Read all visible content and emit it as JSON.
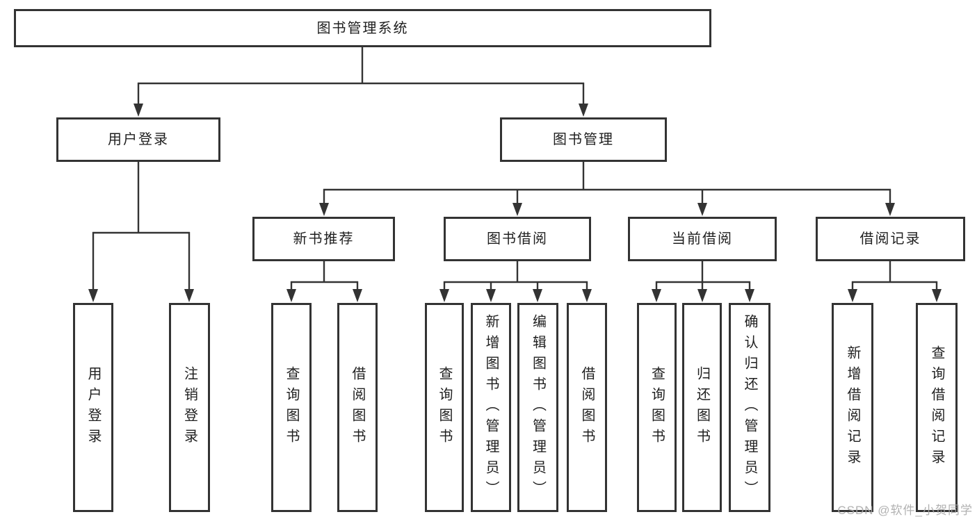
{
  "diagram": {
    "type": "tree",
    "root": {
      "label": "图书管理系统"
    },
    "branches": [
      {
        "label": "用户登录",
        "children": [
          {
            "label": "用户登录"
          },
          {
            "label": "注销登录"
          }
        ]
      },
      {
        "label": "图书管理",
        "children": [
          {
            "label": "新书推荐",
            "children": [
              {
                "label": "查询图书"
              },
              {
                "label": "借阅图书"
              }
            ]
          },
          {
            "label": "图书借阅",
            "children": [
              {
                "label": "查询图书"
              },
              {
                "label": "新增图书（管理员）"
              },
              {
                "label": "编辑图书（管理员）"
              },
              {
                "label": "借阅图书"
              }
            ]
          },
          {
            "label": "当前借阅",
            "children": [
              {
                "label": "查询图书"
              },
              {
                "label": "归还图书"
              },
              {
                "label": "确认归还（管理员）"
              }
            ]
          },
          {
            "label": "借阅记录",
            "children": [
              {
                "label": "新增借阅记录"
              },
              {
                "label": "查询借阅记录"
              }
            ]
          }
        ]
      }
    ]
  },
  "watermark": {
    "text": "CSDN @软件_小贺同学"
  },
  "colors": {
    "line_color": "#333333",
    "box_border_color": "#333333",
    "box_fill_color": "#ffffff",
    "text_color": "#1f1f1f",
    "watermark_color": "#a9a9a9",
    "background_color": "#ffffff"
  }
}
